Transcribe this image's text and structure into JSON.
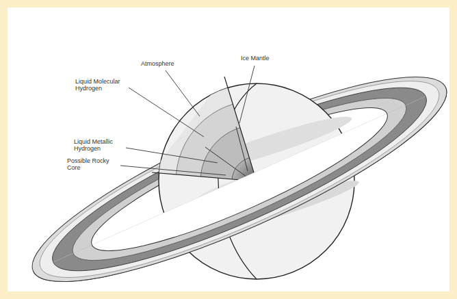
{
  "diagram": {
    "labels": [
      "Atmosphere",
      "Ice Mantle",
      "Liquid Molecular Hydrogen",
      "Liquid Metallic Hydrogen",
      "Possible Rocky Core"
    ]
  }
}
